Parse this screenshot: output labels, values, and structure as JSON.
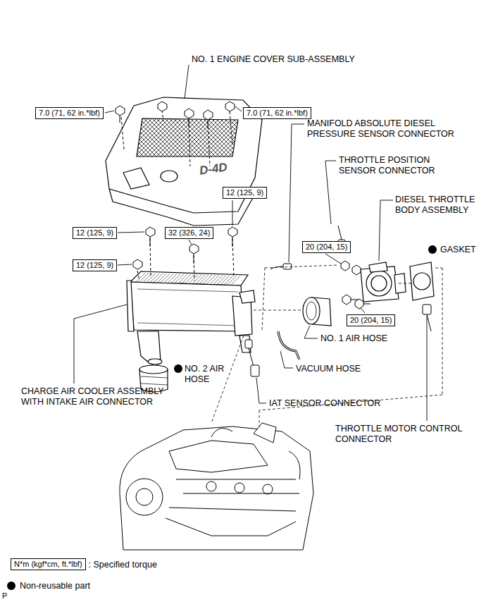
{
  "diagram": {
    "nodes": [
      {
        "text": [
          "7.0 (71, 62 in.*lbf)"
        ]
      },
      {
        "text": [
          "7.0 (71, 62 in.*lbf)"
        ]
      },
      {
        "text": [
          "12 (125, 9)"
        ]
      },
      {
        "text": [
          "12 (125, 9)"
        ]
      },
      {
        "text": [
          "32 (326, 24)"
        ]
      },
      {
        "text": [
          "20 (204, 15)"
        ]
      },
      {
        "text": [
          "12 (125, 9)"
        ]
      },
      {
        "text": [
          "20 (204, 15)"
        ]
      },
      {
        "text": [
          "N*m (kgf*cm, ft.*lbf)"
        ]
      }
    ],
    "labels": [
      "NO. 1 ENGINE COVER SUB-ASSEMBLY",
      "D-4D",
      "MANIFOLD ABSOLUTE DIESEL PRESSURE SENSOR CONNECTOR",
      "THROTTLE POSITION SENSOR CONNECTOR",
      "DIESEL THROTTLE BODY ASSEMBLY",
      "GASKET",
      "NO. 1 AIR HOSE",
      "VACUUM HOSE",
      "NO. 2 AIR HOSE",
      "CHARGE AIR COOLER ASSEMBLY WITH INTAKE AIR CONNECTOR",
      "IAT SENSOR CONNECTOR",
      "THROTTLE MOTOR CONTROL CONNECTOR",
      "P"
    ],
    "legend": [
      {
        "text": ": Specified torque"
      },
      {
        "text": "Non-reusable part"
      }
    ]
  }
}
